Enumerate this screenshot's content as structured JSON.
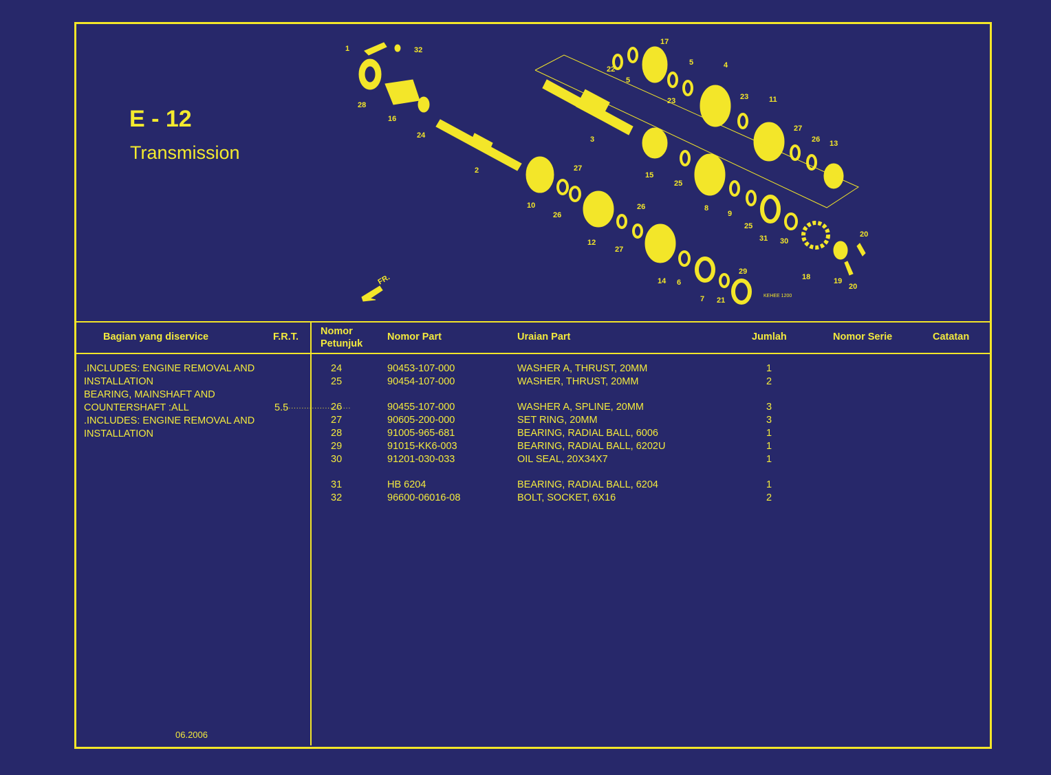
{
  "header": {
    "code": "E - 12",
    "title": "Transmission"
  },
  "diagram": {
    "callouts": [
      "1",
      "32",
      "28",
      "16",
      "24",
      "2",
      "17",
      "22",
      "5",
      "5",
      "23",
      "4",
      "23",
      "11",
      "3",
      "27",
      "26",
      "13",
      "15",
      "25",
      "8",
      "9",
      "25",
      "31",
      "30",
      "18",
      "10",
      "27",
      "26",
      "12",
      "26",
      "27",
      "14",
      "6",
      "7",
      "21",
      "29",
      "20",
      "19",
      "20"
    ],
    "image_code": "KEHEE 1200",
    "direction_label": "FR."
  },
  "table": {
    "columns": {
      "service": "Bagian yang diservice",
      "frt": "F.R.T.",
      "ref_1": "Nomor",
      "ref_2": "Petunjuk",
      "part_no": "Nomor Part",
      "description": "Uraian Part",
      "qty": "Jumlah",
      "serial": "Nomor Serie",
      "notes": "Catatan"
    },
    "service_lines": [
      ".INCLUDES: ENGINE REMOVAL AND",
      "INSTALLATION",
      "BEARING, MAINSHAFT AND",
      "COUNTERSHAFT :ALL",
      ".INCLUDES: ENGINE REMOVAL AND",
      "INSTALLATION"
    ],
    "service_frt": "5.5",
    "rows": [
      {
        "ref": "24",
        "part_no": "90453-107-000",
        "desc": "WASHER A, THRUST, 20MM",
        "qty": "1"
      },
      {
        "ref": "25",
        "part_no": "90454-107-000",
        "desc": "WASHER, THRUST, 20MM",
        "qty": "2"
      },
      {
        "ref": "26",
        "part_no": "90455-107-000",
        "desc": "WASHER A, SPLINE, 20MM",
        "qty": "3"
      },
      {
        "ref": "27",
        "part_no": "90605-200-000",
        "desc": "SET RING, 20MM",
        "qty": "3"
      },
      {
        "ref": "28",
        "part_no": "91005-965-681",
        "desc": "BEARING, RADIAL BALL, 6006",
        "qty": "1"
      },
      {
        "ref": "29",
        "part_no": "91015-KK6-003",
        "desc": "BEARING, RADIAL BALL, 6202U",
        "qty": "1"
      },
      {
        "ref": "30",
        "part_no": "91201-030-033",
        "desc": "OIL SEAL, 20X34X7",
        "qty": "1"
      },
      {
        "ref": "31",
        "part_no": "HB 6204",
        "desc": "BEARING, RADIAL BALL, 6204",
        "qty": "1"
      },
      {
        "ref": "32",
        "part_no": "96600-06016-08",
        "desc": "BOLT, SOCKET, 6X16",
        "qty": "2"
      }
    ]
  },
  "footer": {
    "date": "06.2006"
  },
  "colors": {
    "background": "#27286a",
    "accent": "#f3e629"
  }
}
